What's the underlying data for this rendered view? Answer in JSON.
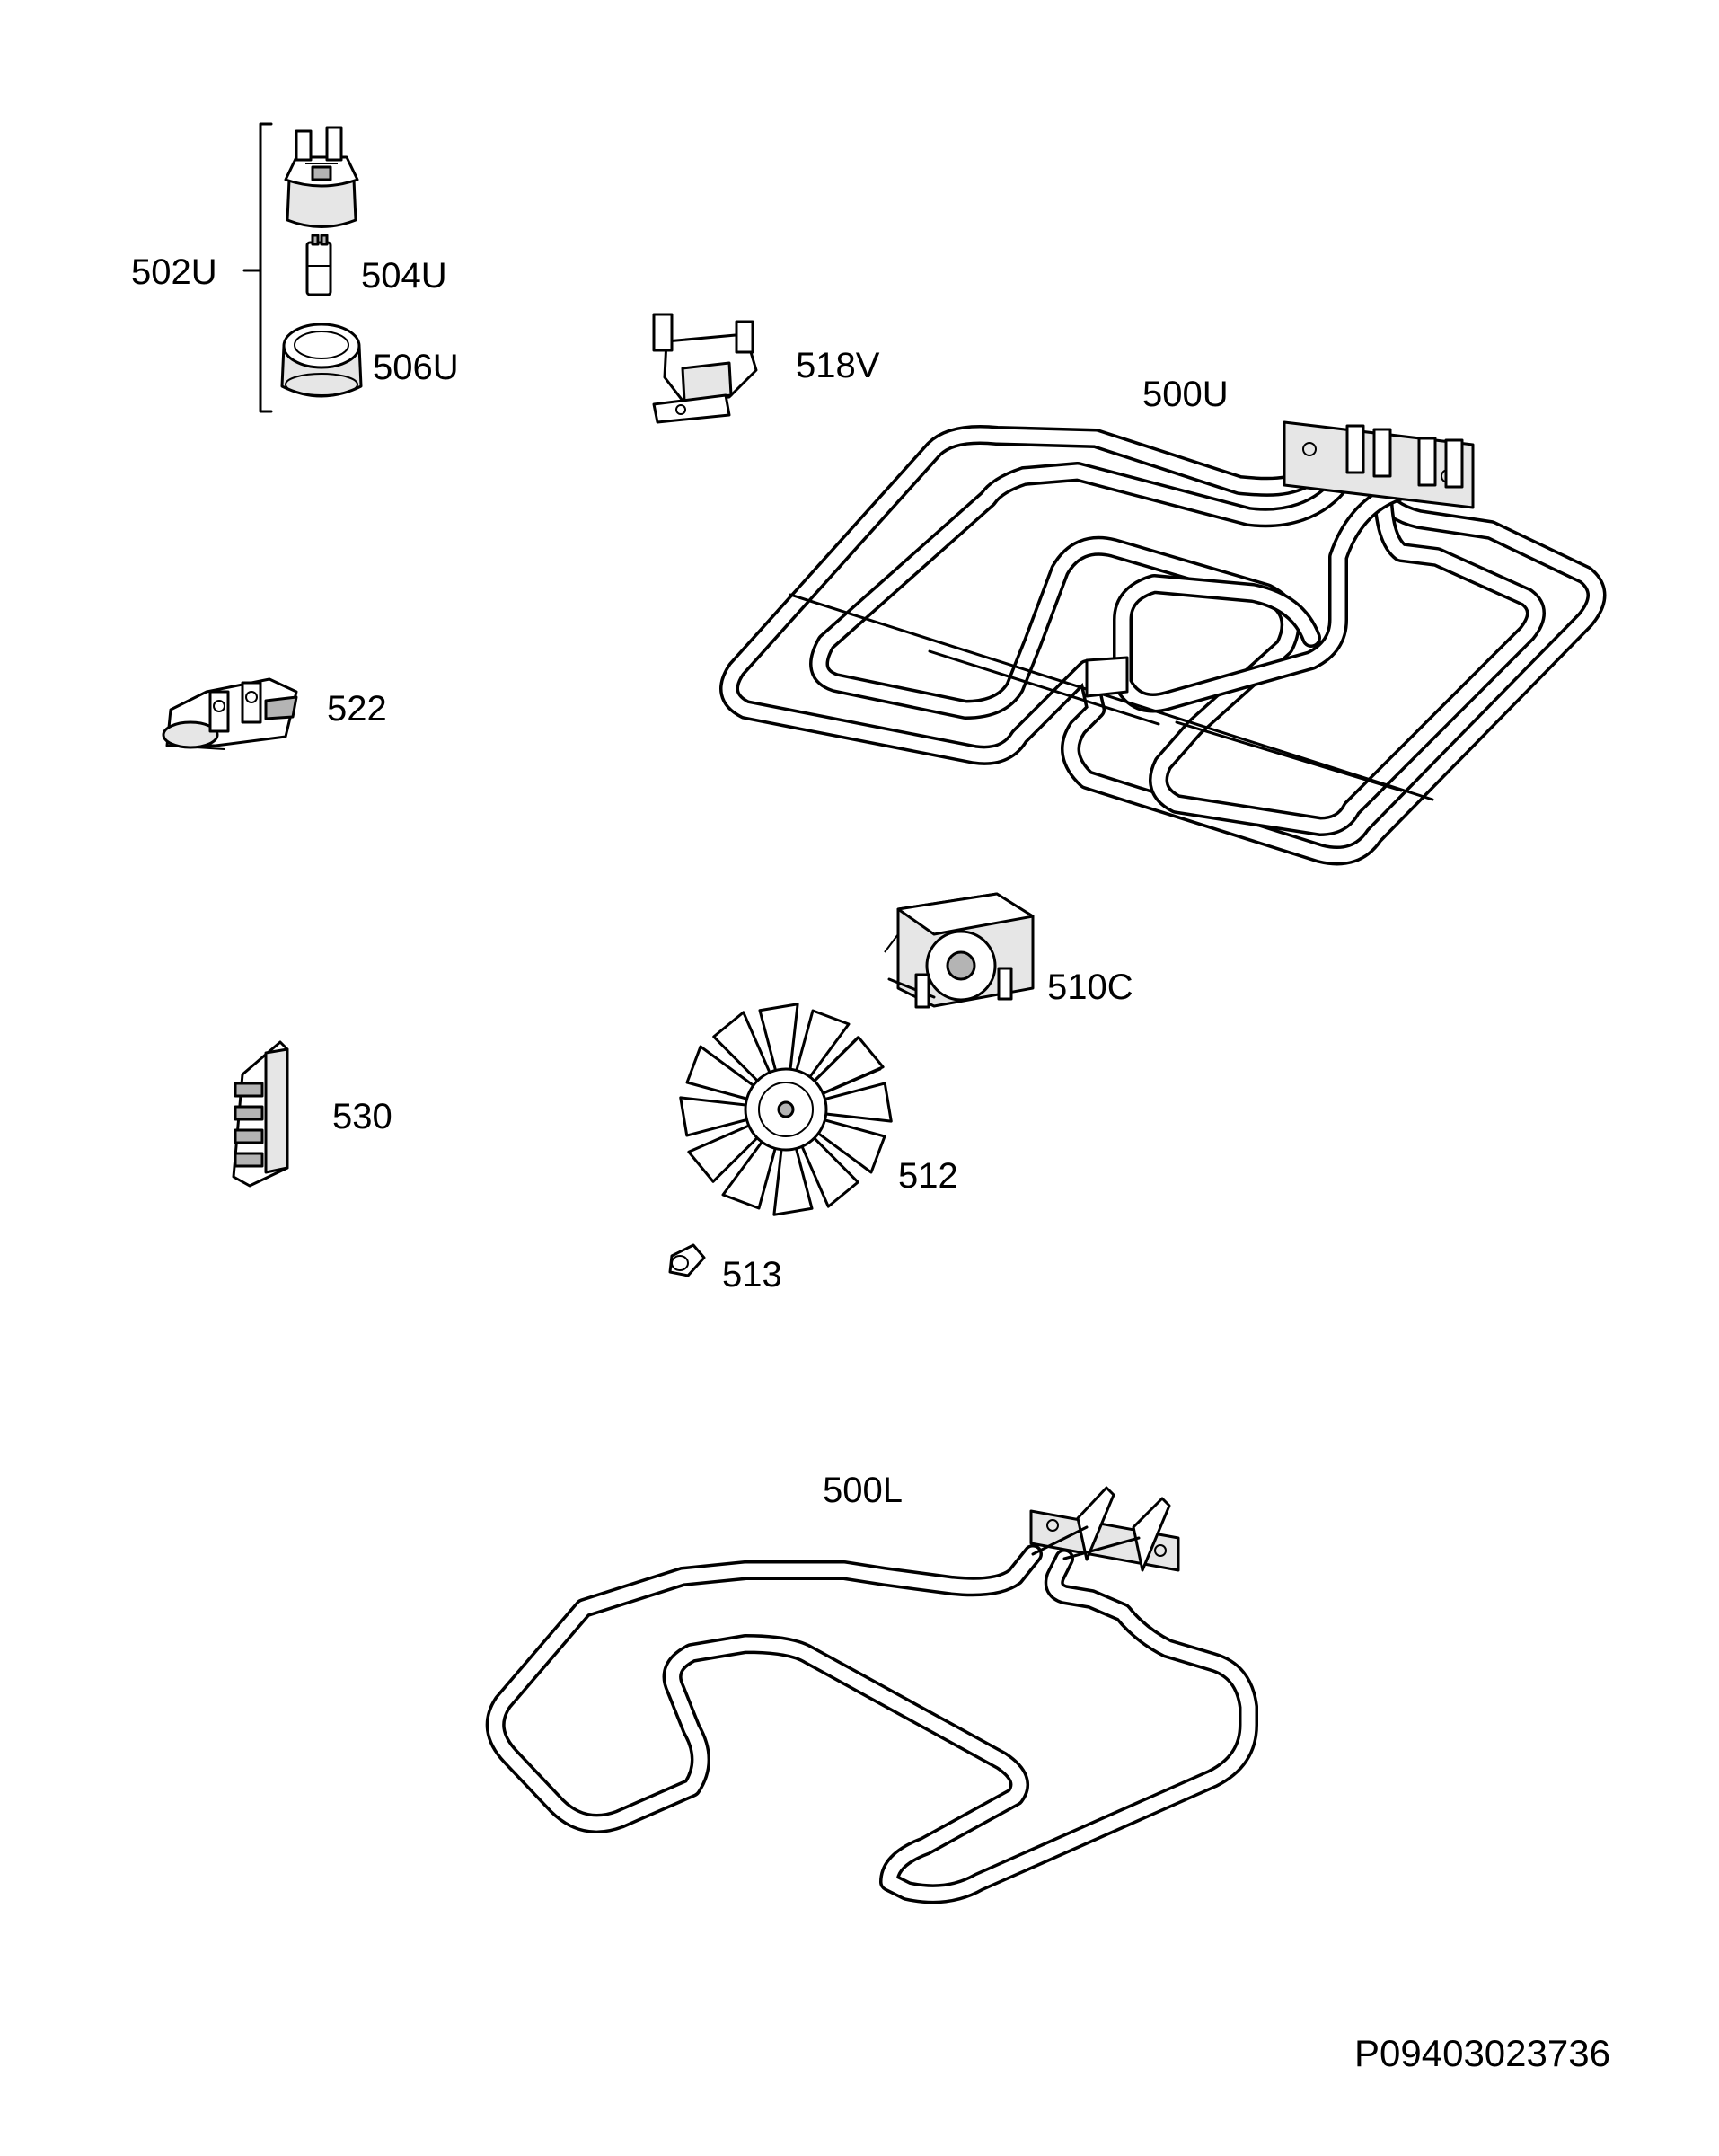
{
  "labels": {
    "p502U": "502U",
    "p504U": "504U",
    "p506U": "506U",
    "p518V": "518V",
    "p500U": "500U",
    "p522": "522",
    "p510C": "510C",
    "p530": "530",
    "p512": "512",
    "p513": "513",
    "p500L": "500L"
  },
  "drawing_code": "P09403023736"
}
